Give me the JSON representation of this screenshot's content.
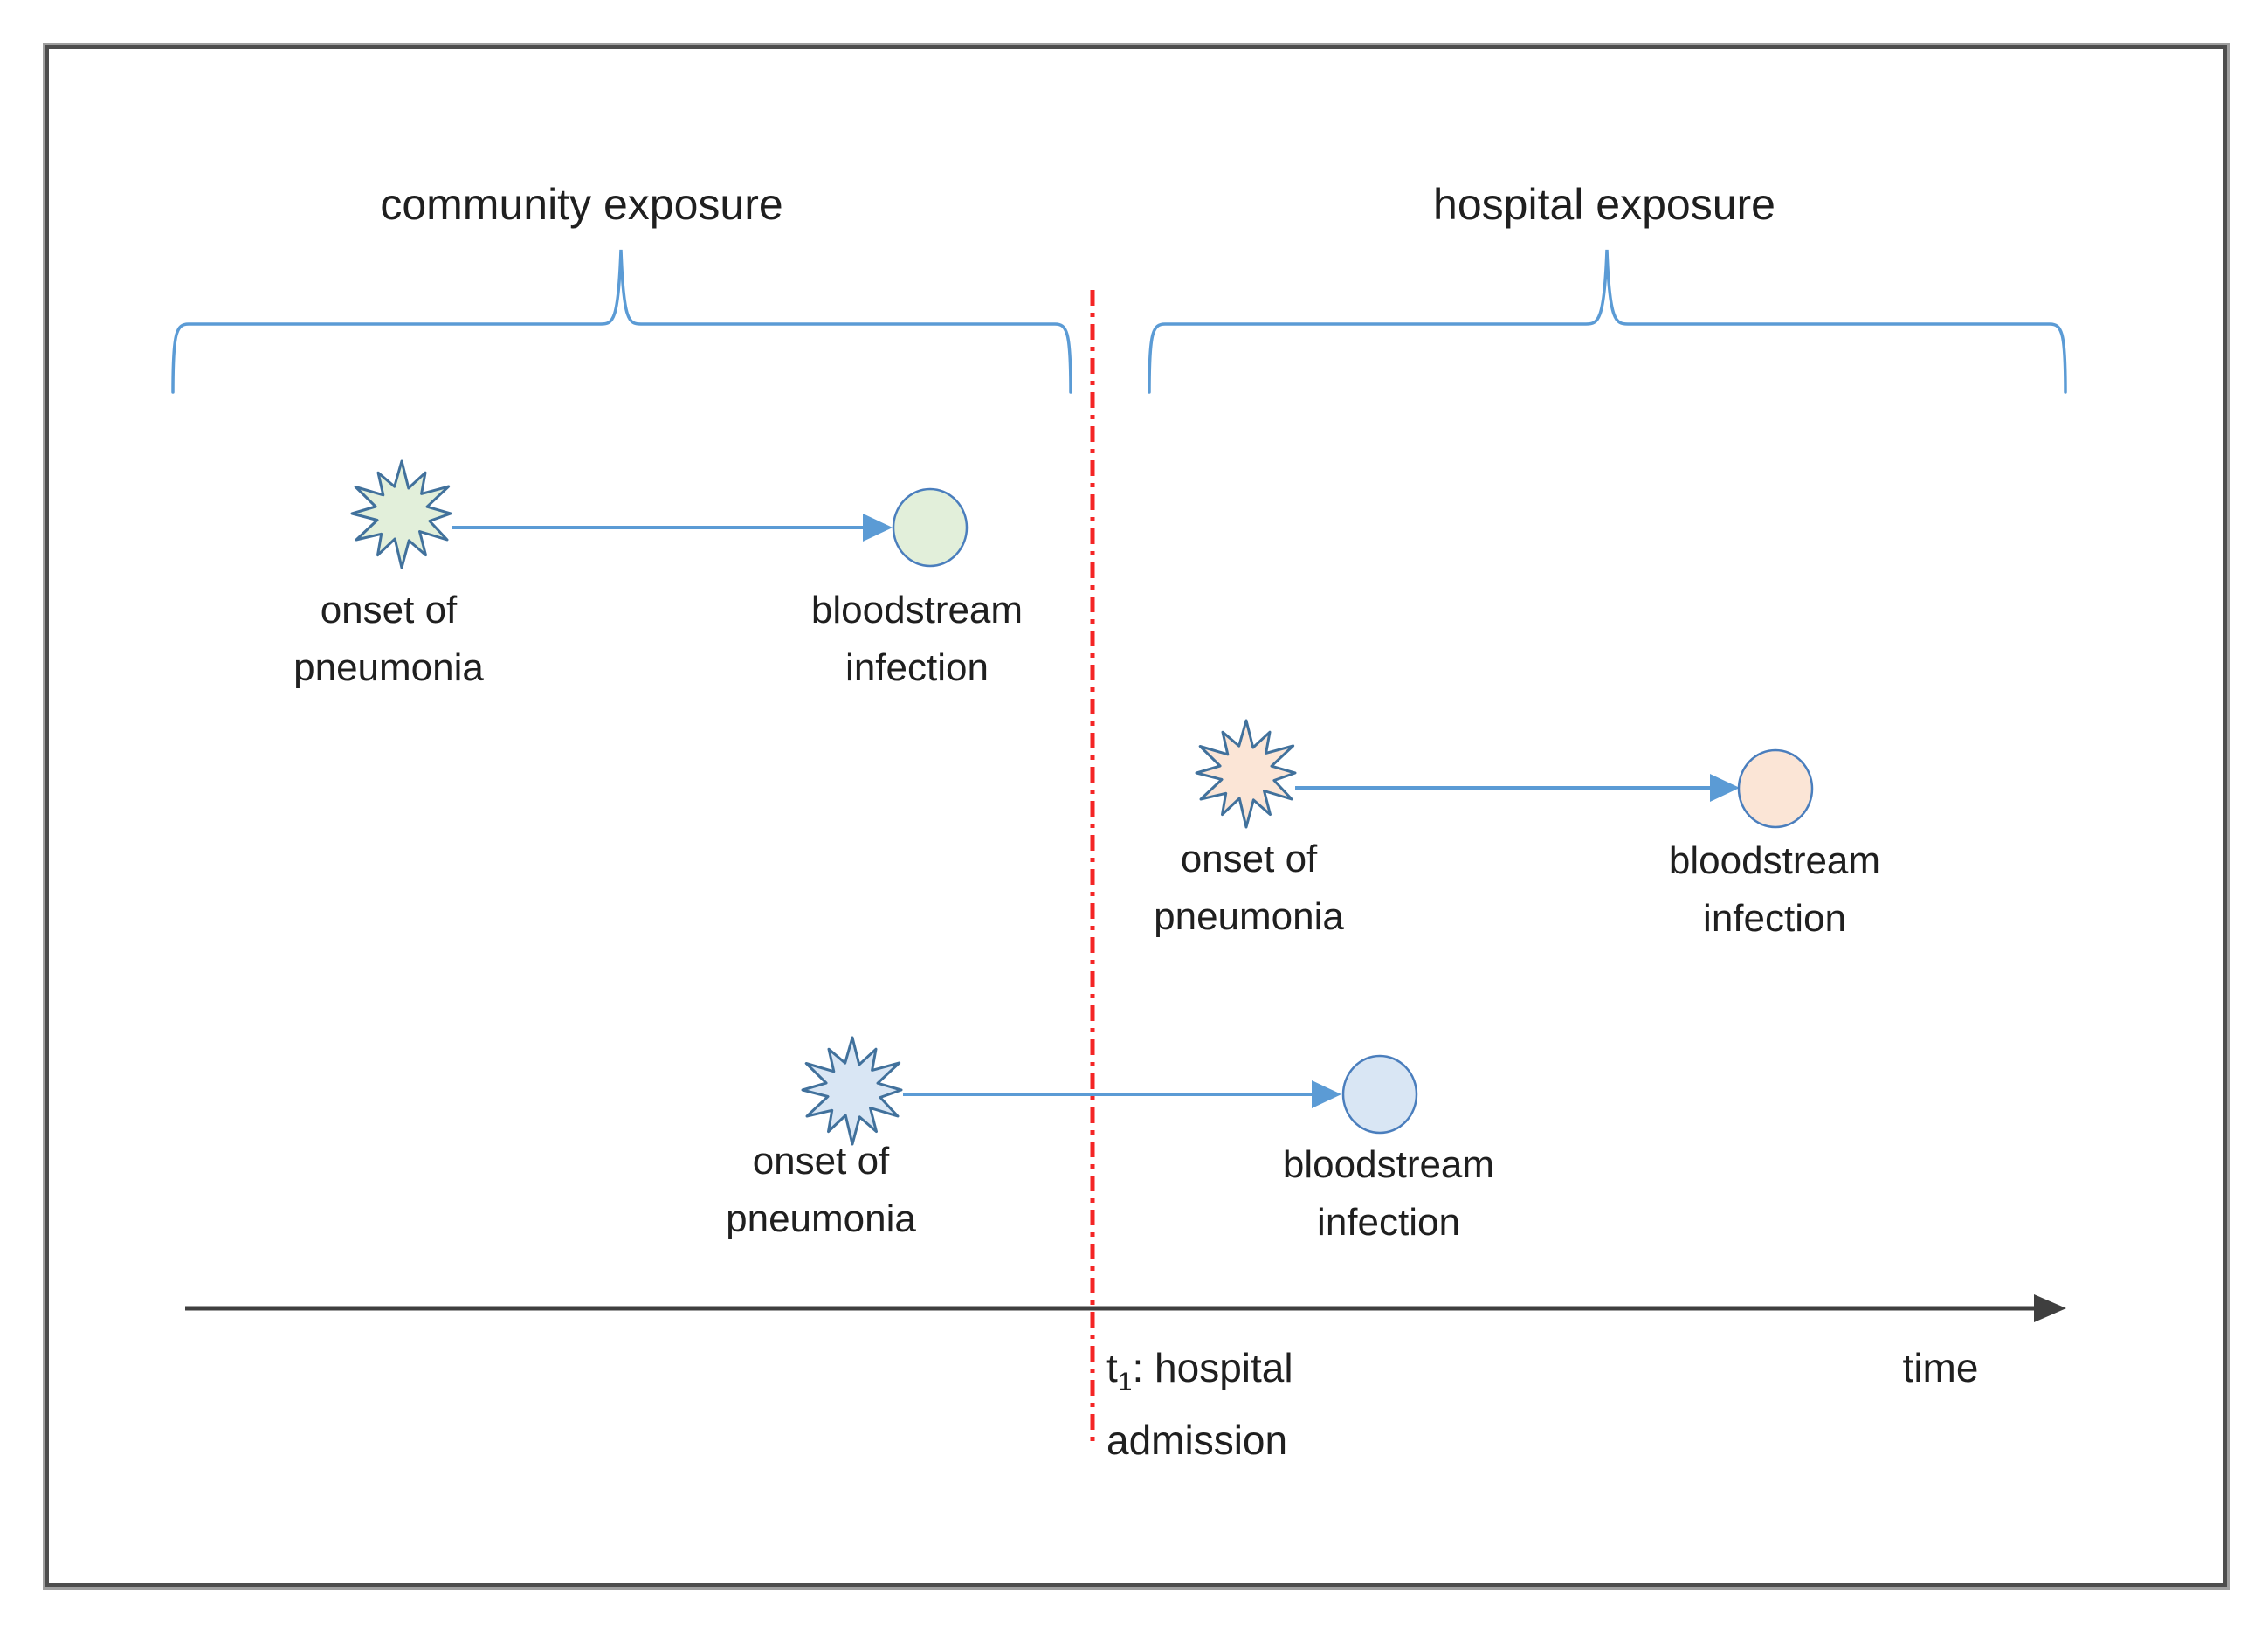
{
  "headers": {
    "community": "community exposure",
    "hospital": "hospital exposure"
  },
  "events": {
    "onset_line1": "onset of",
    "onset_line2": "pneumonia",
    "bsi_line1": "bloodstream",
    "bsi_line2": "infection"
  },
  "axis": {
    "time_label": "time",
    "admission_prefix": "t",
    "admission_sub": "1",
    "admission_rest": ": hospital",
    "admission_line2": "admission"
  },
  "scenarios": [
    {
      "name": "community-onset-community-infection",
      "fill_key": "green-fill"
    },
    {
      "name": "hospital-onset-hospital-infection",
      "fill_key": "peach-fill"
    },
    {
      "name": "community-onset-hospital-infection",
      "fill_key": "blue-fill"
    }
  ],
  "icons": {
    "starburst": "onset-starburst-icon",
    "circle": "bloodstream-infection-circle-icon",
    "brace": "exposure-brace",
    "divider": "hospital-admission-divider-line",
    "time_axis": "time-axis-arrow"
  },
  "colors": {
    "accent": "#5b9bd5",
    "burst-stroke": "#41719c",
    "ellipse-stroke": "#4a7ebd",
    "green-fill": "#e2efda",
    "peach-fill": "#fbe5d6",
    "blue-fill": "#d9e6f4",
    "red": "#f42525",
    "axis": "#3f3f3f",
    "text": "#1f1f1f",
    "frame-inner": "#4d4d4d",
    "frame-outer": "#9f9f9f"
  }
}
